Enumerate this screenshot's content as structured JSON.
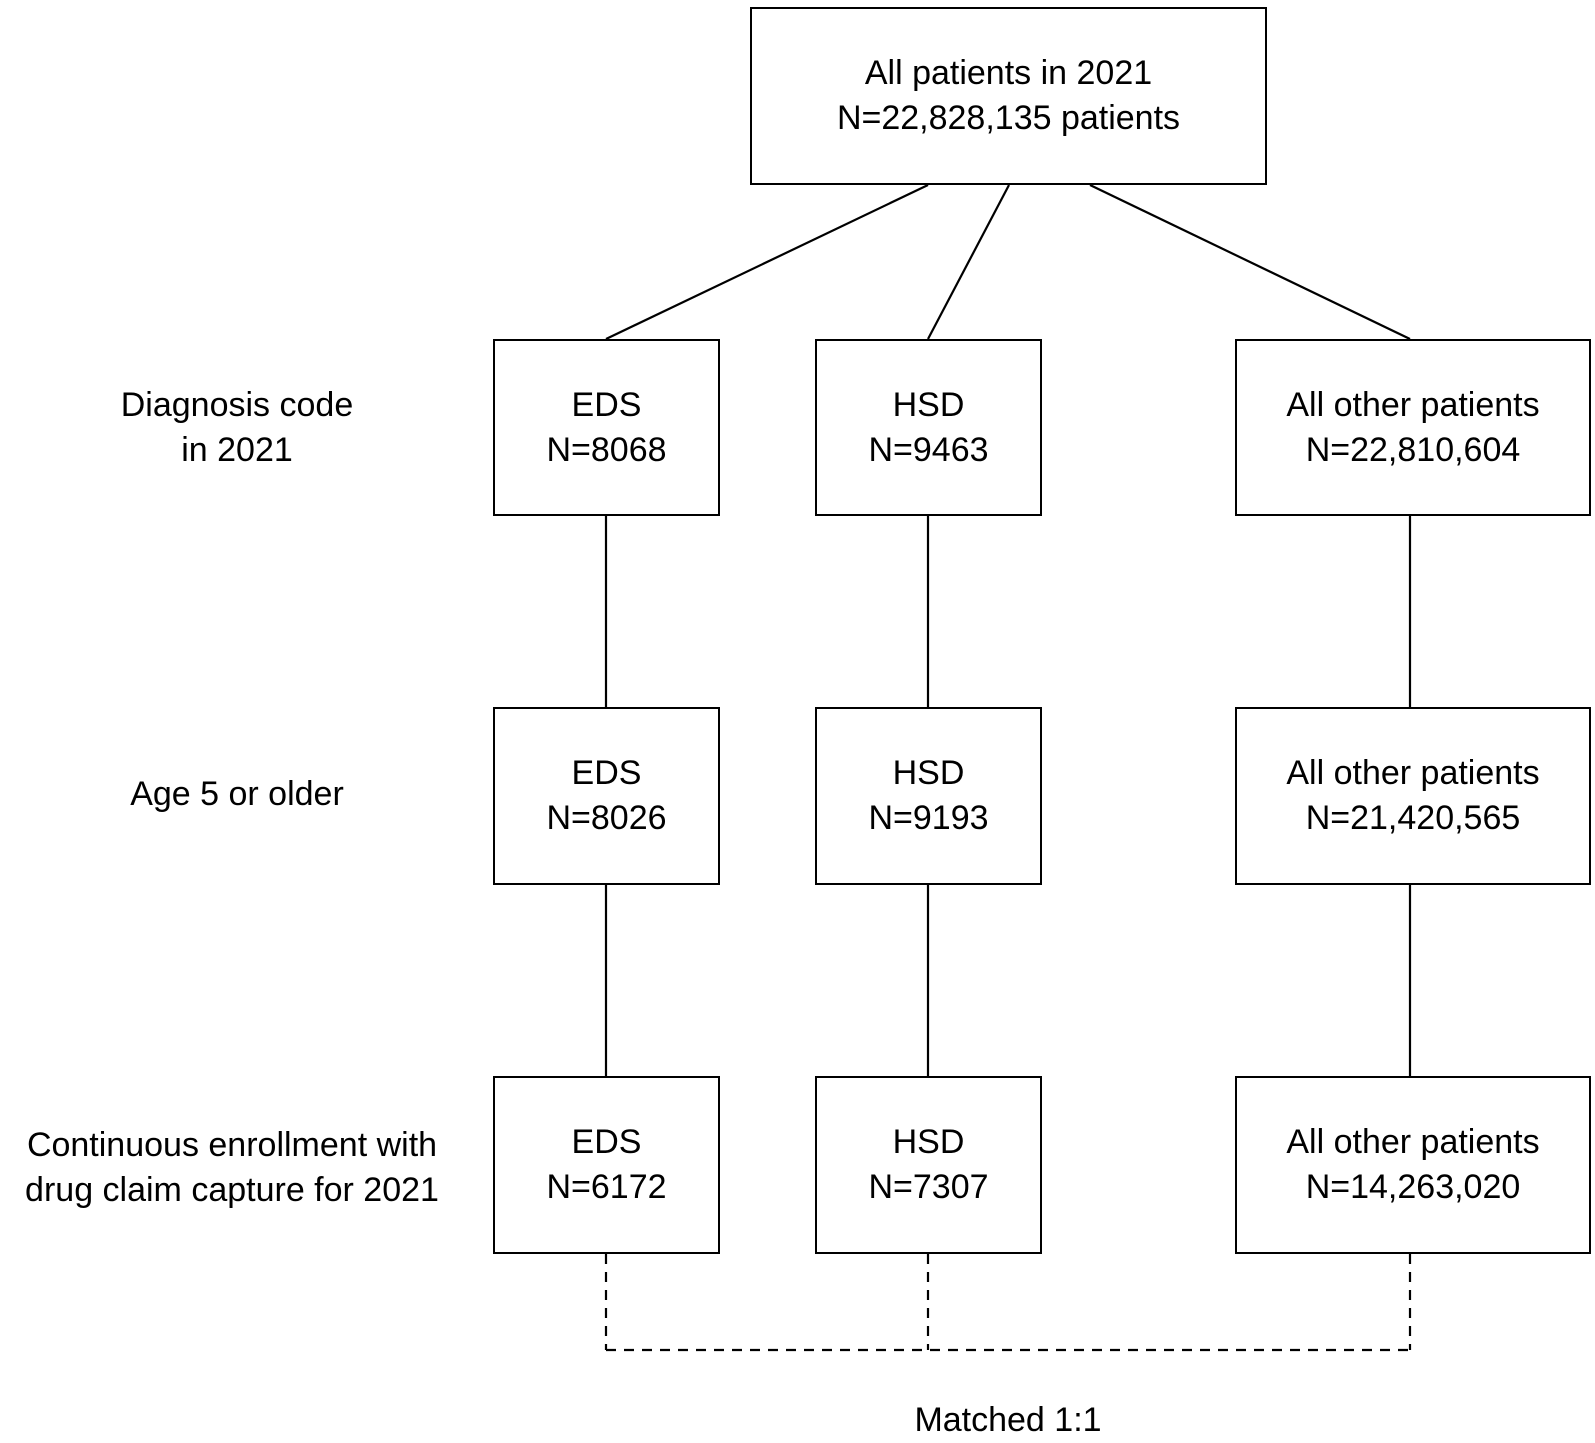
{
  "root": {
    "line1": "All patients in 2021",
    "line2": "N=22,828,135 patients"
  },
  "stages": [
    {
      "label": {
        "line1": "Diagnosis code",
        "line2": "in 2021"
      },
      "boxes": [
        {
          "name": "EDS",
          "count": "N=8068"
        },
        {
          "name": "HSD",
          "count": "N=9463"
        },
        {
          "name": "All other patients",
          "count": "N=22,810,604"
        }
      ]
    },
    {
      "label": {
        "line1": "Age 5 or older",
        "line2": ""
      },
      "boxes": [
        {
          "name": "EDS",
          "count": "N=8026"
        },
        {
          "name": "HSD",
          "count": "N=9193"
        },
        {
          "name": "All other patients",
          "count": "N=21,420,565"
        }
      ]
    },
    {
      "label": {
        "line1": "Continuous enrollment with",
        "line2": "drug claim capture for 2021"
      },
      "boxes": [
        {
          "name": "EDS",
          "count": "N=6172"
        },
        {
          "name": "HSD",
          "count": "N=7307"
        },
        {
          "name": "All other patients",
          "count": "N=14,263,020"
        }
      ]
    }
  ],
  "footer": "Matched 1:1"
}
